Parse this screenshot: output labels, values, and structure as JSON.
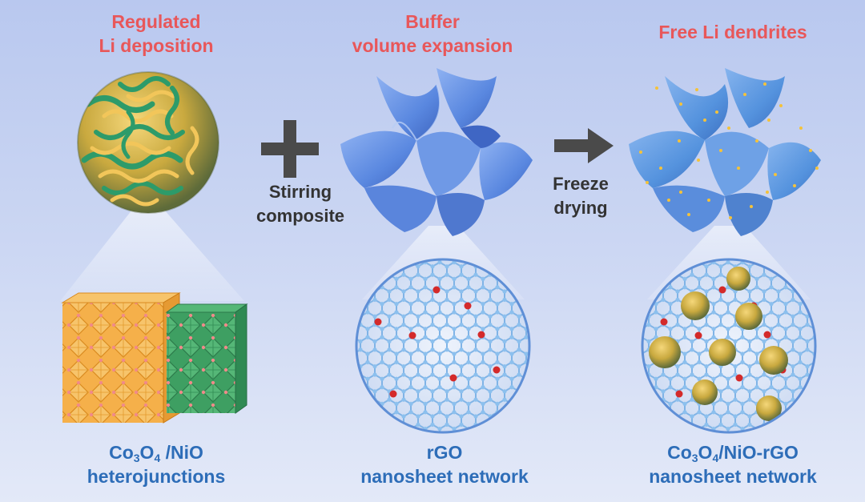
{
  "columns": [
    {
      "header": [
        "Regulated",
        "Li deposition"
      ],
      "caption": {
        "line1_prefix": "Co",
        "sub1": "3",
        "mid": "O",
        "sub2": "4",
        "line1_suffix": " /NiO",
        "line2": "heterojunctions"
      }
    },
    {
      "header": [
        "Buffer",
        "volume expansion"
      ],
      "caption": {
        "line1": "rGO",
        "line2": "nanosheet network"
      }
    },
    {
      "header": [
        "Free Li dendrites"
      ],
      "caption": {
        "line1_prefix": "Co",
        "sub1": "3",
        "mid": "O",
        "sub2": "4",
        "line1_suffix": "/NiO-rGO",
        "line2": "nanosheet network"
      }
    }
  ],
  "steps": [
    {
      "symbol": "plus-icon",
      "label": [
        "Stirring",
        "composite"
      ]
    },
    {
      "symbol": "arrow-right-icon",
      "label": [
        "Freeze",
        "drying"
      ]
    }
  ],
  "colors": {
    "header": "#e8575a",
    "caption": "#2d6db8",
    "step_label": "#333333",
    "co3o4": "#f2a534",
    "nio": "#3fa567",
    "graphene": "#7fb3e6",
    "oxygen": "#d42a2a",
    "lithium": "#f4c23a"
  }
}
